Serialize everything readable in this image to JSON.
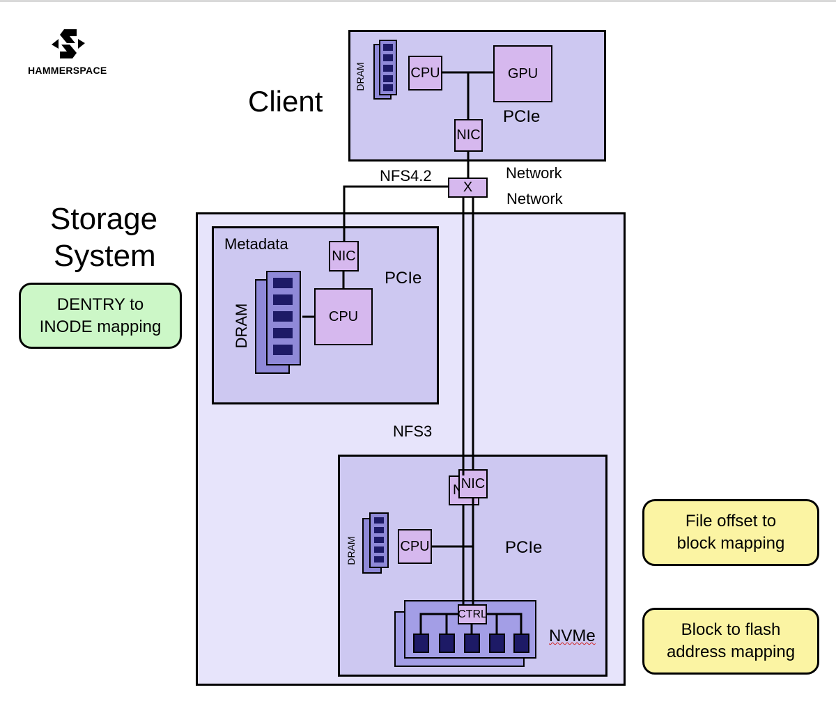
{
  "brand": {
    "name": "HAMMERSPACE"
  },
  "client": {
    "title": "Client",
    "dram": "DRAM",
    "cpu": "CPU",
    "gpu": "GPU",
    "pcie": "PCIe",
    "nic": "NIC"
  },
  "network": {
    "nfs42": "NFS4.2",
    "switch": "X",
    "label1": "Network",
    "label2": "Network"
  },
  "storage": {
    "title_line1": "Storage",
    "title_line2": "System",
    "metadata": {
      "title": "Metadata",
      "nic": "NIC",
      "pcie": "PCIe",
      "dram": "DRAM",
      "cpu": "CPU"
    },
    "nfs3": "NFS3",
    "data_server": {
      "nic_back": "N",
      "nic": "NIC",
      "dram": "DRAM",
      "cpu": "CPU",
      "pcie": "PCIe",
      "ctrl": "CTRL",
      "nvme": "NVMe"
    }
  },
  "notes": {
    "dentry": "DENTRY to\nINODE mapping",
    "file_offset": "File offset to\nblock mapping",
    "block_flash": "Block to flash\naddress mapping"
  },
  "colors": {
    "outer_storage": "#e7e4fb",
    "server_box": "#cdc8f1",
    "chip": "#d6b8ee",
    "dram_module": "#8f89d8",
    "dram_cell": "#1d1a66",
    "nvme_box": "#a39ee6",
    "note_green": "#ccf7c7",
    "note_yellow": "#fbf4a3"
  }
}
